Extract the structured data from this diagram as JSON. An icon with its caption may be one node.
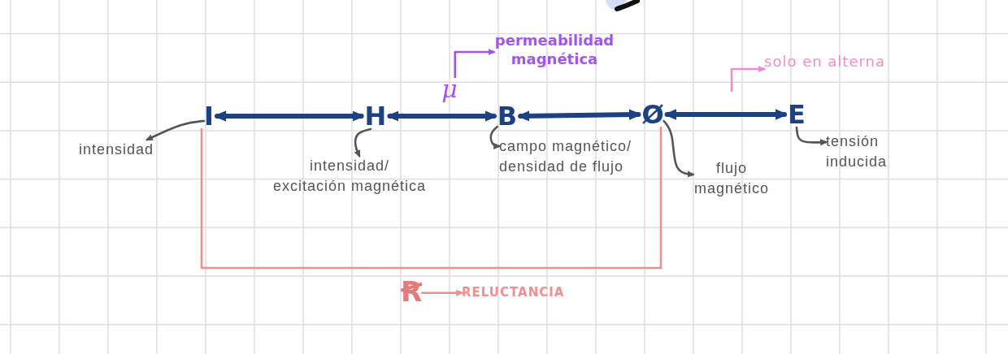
{
  "diagram": {
    "nodes": [
      {
        "text": [
          "I"
        ]
      },
      {
        "text": [
          "H"
        ]
      },
      {
        "text": [
          "B"
        ]
      },
      {
        "text": [
          "Ø"
        ]
      },
      {
        "text": [
          "E"
        ]
      },
      {
        "text": [
          "intensidad"
        ]
      },
      {
        "text": [
          "intensidad/ excitación magnética"
        ]
      },
      {
        "text": [
          "campo magnético/ densidad de flujo"
        ]
      },
      {
        "text": [
          "flujo magnético"
        ]
      },
      {
        "text": [
          "tensión inducida"
        ]
      },
      {
        "text": [
          "μ"
        ]
      },
      {
        "text": [
          "permeabilidad magnética"
        ]
      },
      {
        "text": [
          "solo en alterna"
        ]
      },
      {
        "text": [
          "Ꞧ"
        ]
      },
      {
        "text": [
          "RELUCTANCIA"
        ]
      }
    ],
    "edges": [
      {
        "from": 0,
        "to": 1,
        "arrow": "both",
        "style": "thick",
        "color": "#1d4182"
      },
      {
        "from": 1,
        "to": 2,
        "arrow": "both",
        "style": "thick",
        "color": "#1d4182"
      },
      {
        "from": 2,
        "to": 3,
        "arrow": "both",
        "style": "thick",
        "color": "#1d4182"
      },
      {
        "from": 3,
        "to": 4,
        "arrow": "both",
        "style": "thick",
        "color": "#1d4182"
      },
      {
        "from": 0,
        "to": 5,
        "arrow": "to"
      },
      {
        "from": 1,
        "to": 6,
        "arrow": "to"
      },
      {
        "from": 2,
        "to": 7,
        "arrow": "to"
      },
      {
        "from": 3,
        "to": 8,
        "arrow": "to"
      },
      {
        "from": 4,
        "to": 9,
        "arrow": "to"
      },
      {
        "from": 10,
        "to": 11,
        "arrow": "to",
        "color": "#a453ee"
      },
      {
        "from": null,
        "to": 12,
        "arrow": "to",
        "color": "#ee8ccc"
      },
      {
        "from": 0,
        "to": 3,
        "arrow": "none",
        "color": "#ef9090"
      },
      {
        "from": 13,
        "to": 14,
        "arrow": "to",
        "color": "#ef9090"
      }
    ]
  }
}
